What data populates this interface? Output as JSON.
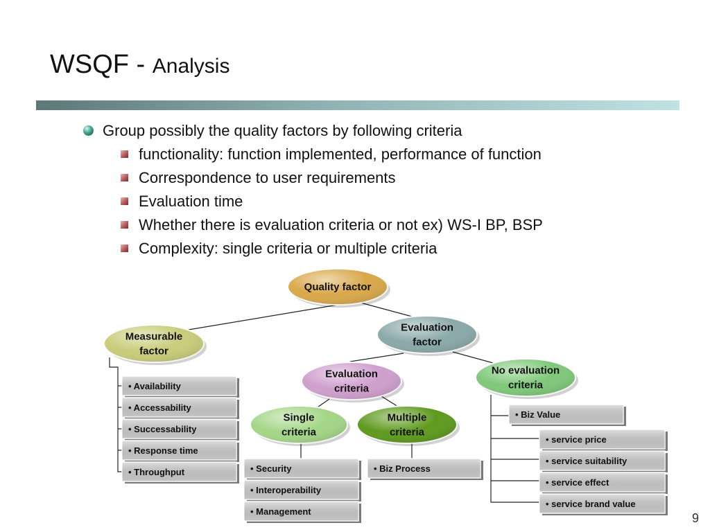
{
  "title": {
    "main": "WSQF",
    "separator": " - ",
    "sub": "Analysis"
  },
  "bullets": {
    "main": "Group possibly the quality factors by following criteria",
    "sub": [
      "functionality: function implemented, performance of function",
      "Correspondence to user requirements",
      "Evaluation time",
      "Whether there is evaluation criteria or not ex) WS-I BP, BSP",
      "Complexity: single criteria or multiple criteria"
    ]
  },
  "diagram": {
    "nodes": {
      "quality_factor": [
        "Quality factor"
      ],
      "measurable_factor": [
        "Measurable",
        "factor"
      ],
      "evaluation_factor": [
        "Evaluation",
        "factor"
      ],
      "evaluation_criteria": [
        "Evaluation",
        "criteria"
      ],
      "no_evaluation_criteria": [
        "No evaluation",
        "criteria"
      ],
      "single_criteria": [
        "Single",
        "criteria"
      ],
      "multiple_criteria": [
        "Multiple",
        "criteria"
      ]
    },
    "lists": {
      "measurable": [
        "• Availability",
        "• Accessability",
        "• Successability",
        "• Response time",
        "• Throughput"
      ],
      "single": [
        "• Security",
        "• Interoperability",
        "• Management"
      ],
      "multiple": [
        "• Biz Process"
      ],
      "no_eval_biz": [
        "• Biz Value"
      ],
      "no_eval_service": [
        "• service price",
        "• service suitability",
        "• service effect",
        "• service brand value"
      ]
    },
    "colors": {
      "quality_factor": "#d9a84a",
      "measurable_factor": "#c9cc7a",
      "evaluation_factor": "#8aa9a8",
      "evaluation_criteria": "#cf9fcd",
      "no_evaluation_criteria": "#7fc87a",
      "single_criteria": "#a4d687",
      "multiple_criteria": "#5f9a1e",
      "list_box": "#cfcfcf"
    }
  },
  "page_number": "9"
}
